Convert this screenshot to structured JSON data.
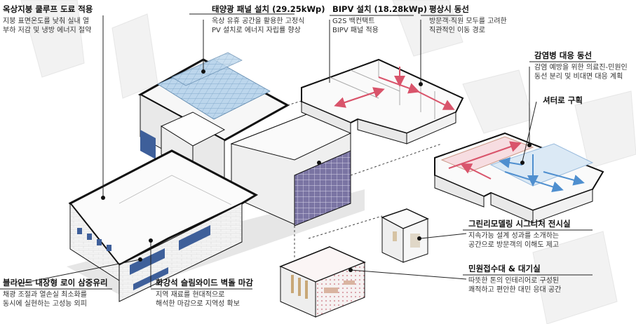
{
  "annotations": [
    {
      "id": "cool-roof",
      "title": "옥상지붕 쿨루프 도료 적용",
      "lines": [
        "지붕 표면온도를 낮춰 실내 열",
        "부하 저감 및 냉방 에너지 절약"
      ]
    },
    {
      "id": "solar-panel",
      "title": "태양광 패널 설치 (29.25kWp)",
      "lines": [
        "옥상 유휴 공간을 활용한 고정식",
        "PV 설치로 에너지 자립률 향상"
      ]
    },
    {
      "id": "bipv",
      "title": "BIPV 설치 (18.28kWp)",
      "lines": [
        "G2S 백컨택트",
        "BIPV 패널 적용"
      ]
    },
    {
      "id": "normal-circulation",
      "title": "평상시 동선",
      "lines": [
        "방문객·직원 모두를 고려한",
        "직관적인 이동 경로"
      ]
    },
    {
      "id": "infection-circulation",
      "title": "감염병 대응 동선",
      "lines": [
        "감염 예방을 위한 의료진-민원인",
        "동선 분리 및 비대면 대응 계획"
      ]
    },
    {
      "id": "shutter",
      "title": "셔터로 구획",
      "lines": []
    },
    {
      "id": "exhibition",
      "title": "그린리모델링 시그니처 전시실",
      "lines": [
        "지속가능 설계 성과를 소개하는",
        "공간으로 방문객의 이해도 제고"
      ]
    },
    {
      "id": "reception",
      "title": "민원접수대 & 대기실",
      "lines": [
        "따뜻한 톤의 인테리어로 구성된",
        "쾌적하고 편안한 대민 응대 공간"
      ]
    },
    {
      "id": "blind-glass",
      "title": "블라인드 내장형 로이 삼중유리",
      "lines": [
        "채광 조절과 열손실 최소화를",
        "동시에 실현하는 고성능 외피"
      ]
    },
    {
      "id": "slim-wide-tile",
      "title": "화강석 슬림와이드 벽돌 마감",
      "lines": [
        "지역 재료를 현대적으로",
        "해석한 마감으로 지역성 확보"
      ]
    }
  ],
  "colors": {
    "outline": "#111111",
    "pv_panel": "#bcd6ec",
    "bipv_facade": "#6f6a97",
    "normal_arrow": "#d9546b",
    "infection_red": "#e88a97",
    "infection_blue": "#7fb3dd",
    "wall": "#f3f3f3",
    "shadow": "#e2e2e2"
  },
  "icons": [
    "leader-dot",
    "callout-line",
    "dashed-connector",
    "circulation-arrow"
  ]
}
